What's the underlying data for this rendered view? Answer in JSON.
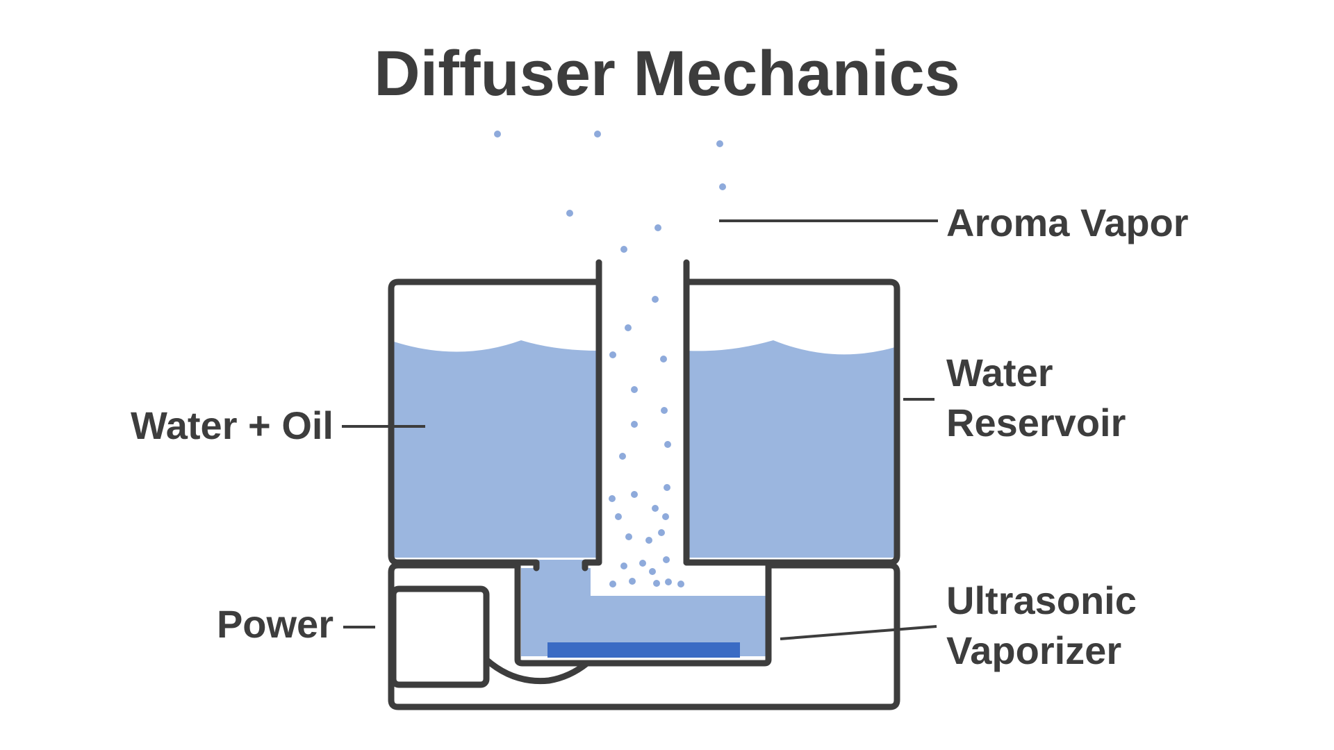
{
  "title": "Diffuser Mechanics",
  "labels": {
    "aroma_vapor": "Aroma Vapor",
    "water_reservoir_line1": "Water",
    "water_reservoir_line2": "Reservoir",
    "water_oil": "Water + Oil",
    "power": "Power",
    "ultrasonic_line1": "Ultrasonic",
    "ultrasonic_line2": "Vaporizer"
  },
  "colors": {
    "outline": "#3d3d3d",
    "water": "#9bb6df",
    "vaporizer": "#3a6bc4",
    "droplet": "#8eaadb",
    "text": "#3d3d3d",
    "background": "#ffffff"
  }
}
